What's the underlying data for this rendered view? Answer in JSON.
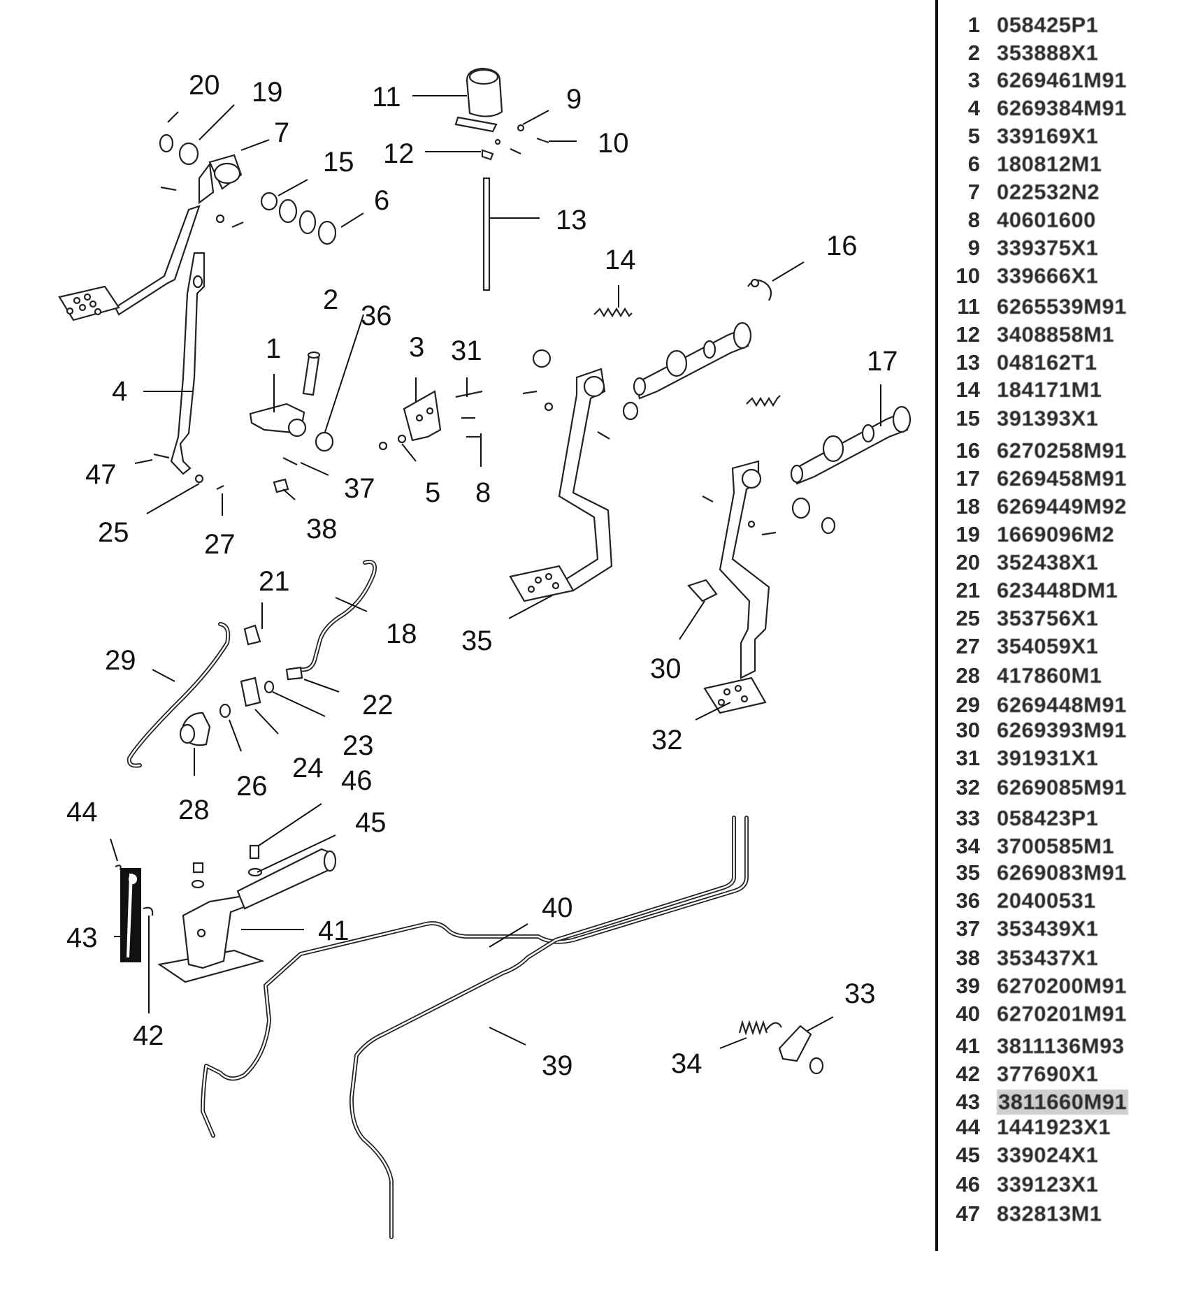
{
  "callouts": [
    {
      "n": "1"
    },
    {
      "n": "2"
    },
    {
      "n": "3"
    },
    {
      "n": "4"
    },
    {
      "n": "5"
    },
    {
      "n": "6"
    },
    {
      "n": "7"
    },
    {
      "n": "8"
    },
    {
      "n": "9"
    },
    {
      "n": "10"
    },
    {
      "n": "11"
    },
    {
      "n": "12"
    },
    {
      "n": "13"
    },
    {
      "n": "14"
    },
    {
      "n": "15"
    },
    {
      "n": "16"
    },
    {
      "n": "17"
    },
    {
      "n": "18"
    },
    {
      "n": "19"
    },
    {
      "n": "20"
    },
    {
      "n": "21"
    },
    {
      "n": "22"
    },
    {
      "n": "23"
    },
    {
      "n": "24"
    },
    {
      "n": "25"
    },
    {
      "n": "26"
    },
    {
      "n": "27"
    },
    {
      "n": "28"
    },
    {
      "n": "29"
    },
    {
      "n": "30"
    },
    {
      "n": "31"
    },
    {
      "n": "32"
    },
    {
      "n": "33"
    },
    {
      "n": "34"
    },
    {
      "n": "35"
    },
    {
      "n": "36"
    },
    {
      "n": "37"
    },
    {
      "n": "38"
    },
    {
      "n": "39"
    },
    {
      "n": "40"
    },
    {
      "n": "41"
    },
    {
      "n": "42"
    },
    {
      "n": "43"
    },
    {
      "n": "44"
    },
    {
      "n": "45"
    },
    {
      "n": "46"
    },
    {
      "n": "47"
    }
  ],
  "parts_list": [
    {
      "num": "1",
      "code": "058425P1"
    },
    {
      "num": "2",
      "code": "353888X1"
    },
    {
      "num": "3",
      "code": "6269461M91"
    },
    {
      "num": "4",
      "code": "6269384M91"
    },
    {
      "num": "5",
      "code": "339169X1"
    },
    {
      "num": "6",
      "code": "180812M1"
    },
    {
      "num": "7",
      "code": "022532N2"
    },
    {
      "num": "8",
      "code": "40601600"
    },
    {
      "num": "9",
      "code": "339375X1"
    },
    {
      "num": "10",
      "code": "339666X1"
    },
    {
      "num": "11",
      "code": "6265539M91"
    },
    {
      "num": "12",
      "code": "3408858M1"
    },
    {
      "num": "13",
      "code": "048162T1"
    },
    {
      "num": "14",
      "code": "184171M1"
    },
    {
      "num": "15",
      "code": "391393X1"
    },
    {
      "num": "16",
      "code": "6270258M91"
    },
    {
      "num": "17",
      "code": "6269458M91"
    },
    {
      "num": "18",
      "code": "6269449M92"
    },
    {
      "num": "19",
      "code": "1669096M2"
    },
    {
      "num": "20",
      "code": "352438X1"
    },
    {
      "num": "21",
      "code": "623448DM1"
    },
    {
      "num": "25",
      "code": "353756X1"
    },
    {
      "num": "27",
      "code": "354059X1"
    },
    {
      "num": "28",
      "code": "417860M1"
    },
    {
      "num": "29",
      "code": "6269448M91"
    },
    {
      "num": "30",
      "code": "6269393M91"
    },
    {
      "num": "31",
      "code": "391931X1"
    },
    {
      "num": "32",
      "code": "6269085M91"
    },
    {
      "num": "33",
      "code": "058423P1"
    },
    {
      "num": "34",
      "code": "3700585M1"
    },
    {
      "num": "35",
      "code": "6269083M91"
    },
    {
      "num": "36",
      "code": "20400531"
    },
    {
      "num": "37",
      "code": "353439X1"
    },
    {
      "num": "38",
      "code": "353437X1"
    },
    {
      "num": "39",
      "code": "6270200M91"
    },
    {
      "num": "40",
      "code": "6270201M91"
    },
    {
      "num": "41",
      "code": "3811136M93"
    },
    {
      "num": "42",
      "code": "377690X1"
    },
    {
      "num": "43",
      "code": "3811660M91",
      "selected": true
    },
    {
      "num": "44",
      "code": "1441923X1"
    },
    {
      "num": "45",
      "code": "339024X1"
    },
    {
      "num": "46",
      "code": "339123X1"
    },
    {
      "num": "47",
      "code": "832813M1"
    }
  ]
}
